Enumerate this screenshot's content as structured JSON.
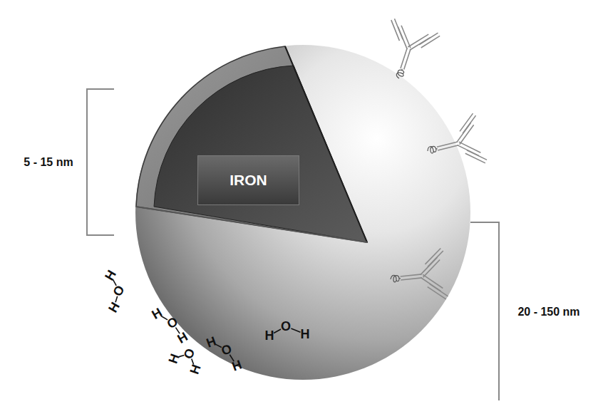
{
  "diagram": {
    "nodes": [
      {
        "text": [
          "IRON"
        ]
      }
    ],
    "labels": [
      "5 - 15 nm",
      "20 - 150 nm",
      "H",
      "O",
      "H",
      "H",
      "O",
      "H",
      "H",
      "O",
      "H",
      "H",
      "O",
      "H",
      "H",
      "O",
      "H"
    ]
  }
}
